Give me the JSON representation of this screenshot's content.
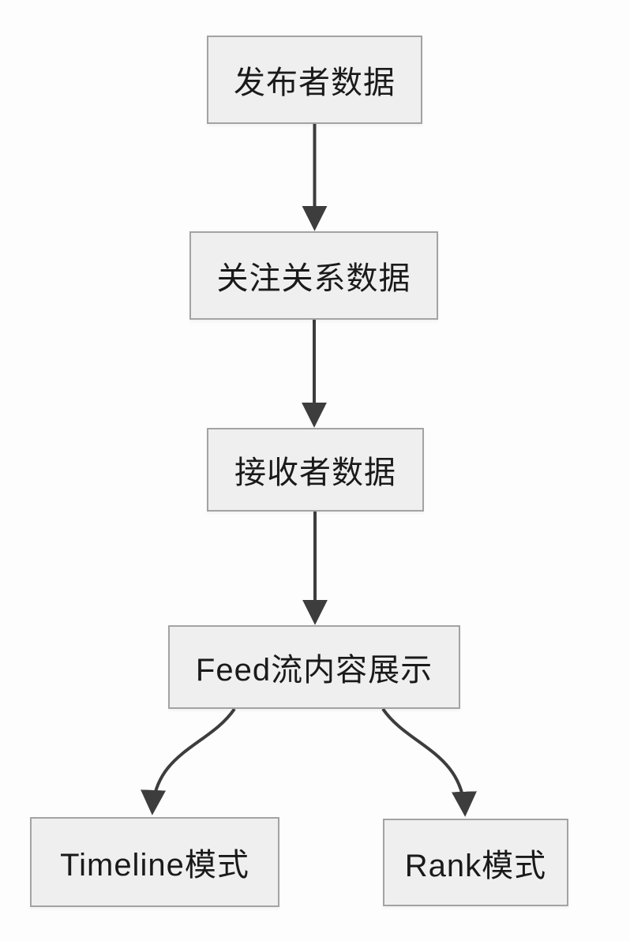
{
  "diagram": {
    "type": "flowchart",
    "direction": "top-down",
    "nodes": [
      {
        "id": "publisher-data",
        "label": "发布者数据"
      },
      {
        "id": "follow-relation-data",
        "label": "关注关系数据"
      },
      {
        "id": "receiver-data",
        "label": "接收者数据"
      },
      {
        "id": "feed-content-display",
        "label": "Feed流内容展示"
      },
      {
        "id": "timeline-mode",
        "label": "Timeline模式"
      },
      {
        "id": "rank-mode",
        "label": "Rank模式"
      }
    ],
    "edges": [
      {
        "from": "publisher-data",
        "to": "follow-relation-data",
        "shape": "straight"
      },
      {
        "from": "follow-relation-data",
        "to": "receiver-data",
        "shape": "straight"
      },
      {
        "from": "receiver-data",
        "to": "feed-content-display",
        "shape": "straight"
      },
      {
        "from": "feed-content-display",
        "to": "timeline-mode",
        "shape": "curved"
      },
      {
        "from": "feed-content-display",
        "to": "rank-mode",
        "shape": "curved"
      }
    ],
    "colors": {
      "background": "#fdfdfd",
      "node_fill": "#efefef",
      "node_border": "#a3a3a3",
      "text": "#1a1a1a",
      "arrow": "#3d3d3d"
    }
  }
}
